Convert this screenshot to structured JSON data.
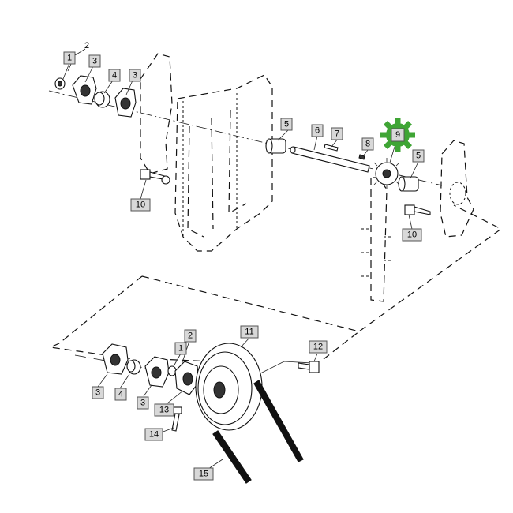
{
  "callouts": [
    {
      "id": "c1a",
      "label": "1"
    },
    {
      "id": "c2a",
      "label": "2"
    },
    {
      "id": "c3a",
      "label": "3"
    },
    {
      "id": "c4a",
      "label": "4"
    },
    {
      "id": "c3b",
      "label": "3"
    },
    {
      "id": "c5a",
      "label": "5"
    },
    {
      "id": "c6",
      "label": "6"
    },
    {
      "id": "c7",
      "label": "7"
    },
    {
      "id": "c8",
      "label": "8"
    },
    {
      "id": "c9",
      "label": "9"
    },
    {
      "id": "c5b",
      "label": "5"
    },
    {
      "id": "c10a",
      "label": "10"
    },
    {
      "id": "c10b",
      "label": "10"
    },
    {
      "id": "c11",
      "label": "11"
    },
    {
      "id": "c12",
      "label": "12"
    },
    {
      "id": "c2b",
      "label": "2"
    },
    {
      "id": "c1b",
      "label": "1"
    },
    {
      "id": "c3c",
      "label": "3"
    },
    {
      "id": "c4b",
      "label": "4"
    },
    {
      "id": "c3d",
      "label": "3"
    },
    {
      "id": "c13",
      "label": "13"
    },
    {
      "id": "c14",
      "label": "14"
    },
    {
      "id": "c15",
      "label": "15"
    }
  ],
  "highlight": {
    "callout": "9",
    "color": "#3fa535",
    "icon": "gear-icon"
  },
  "colors": {
    "line": "#111111",
    "callout_fill": "#d8d8d8",
    "highlight": "#3fa535"
  }
}
